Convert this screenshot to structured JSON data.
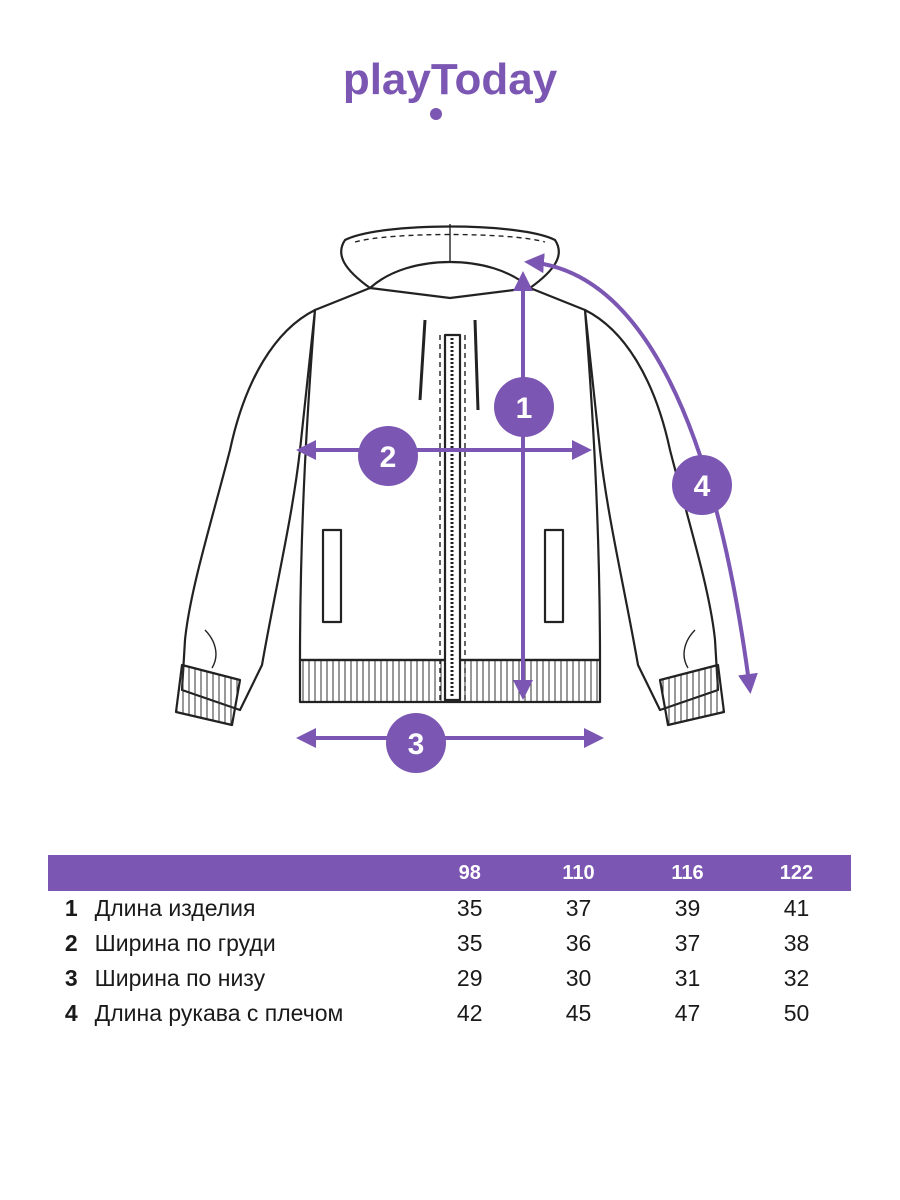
{
  "brand": {
    "logo_text": "playToday",
    "accent_color": "#7b57b3"
  },
  "diagram": {
    "subject": "hooded zip jacket size diagram",
    "markers": [
      "1",
      "2",
      "3",
      "4"
    ]
  },
  "size_table": {
    "header": [
      "98",
      "110",
      "116",
      "122"
    ],
    "rows": [
      {
        "num": "1",
        "label": "Длина изделия",
        "values": [
          "35",
          "37",
          "39",
          "41"
        ]
      },
      {
        "num": "2",
        "label": "Ширина по груди",
        "values": [
          "35",
          "36",
          "37",
          "38"
        ]
      },
      {
        "num": "3",
        "label": "Ширина по низу",
        "values": [
          "29",
          "30",
          "31",
          "32"
        ]
      },
      {
        "num": "4",
        "label": "Длина рукава с плечом",
        "values": [
          "42",
          "45",
          "47",
          "50"
        ]
      }
    ]
  }
}
